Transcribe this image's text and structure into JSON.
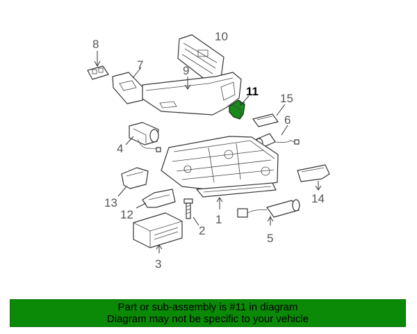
{
  "diagram": {
    "callouts": {
      "p1": "1",
      "p2": "2",
      "p3": "3",
      "p4": "4",
      "p5": "5",
      "p6": "6",
      "p7": "7",
      "p8": "8",
      "p9": "9",
      "p10": "10",
      "p11": "11",
      "p12": "12",
      "p13": "13",
      "p14": "14",
      "p15": "15"
    },
    "highlighted_part": "11",
    "highlight_color": "#1a8a1a"
  },
  "banner": {
    "line1": "Part or sub-assembly is #11 in diagram",
    "line2": "Diagram may not be specific to your vehicle",
    "background_color": "#0a8a06"
  }
}
